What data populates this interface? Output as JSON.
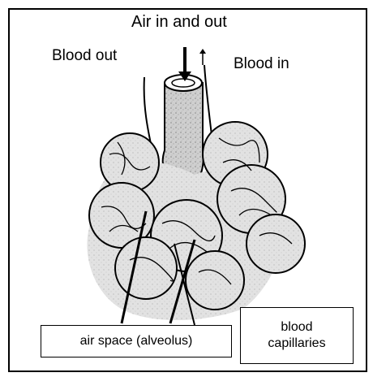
{
  "labels": {
    "air": "Air in and out",
    "blood_out": "Blood out",
    "blood_in": "Blood in",
    "air_space": "air space (alveolus)",
    "capillaries_line1": "blood",
    "capillaries_line2": "capillaries"
  }
}
